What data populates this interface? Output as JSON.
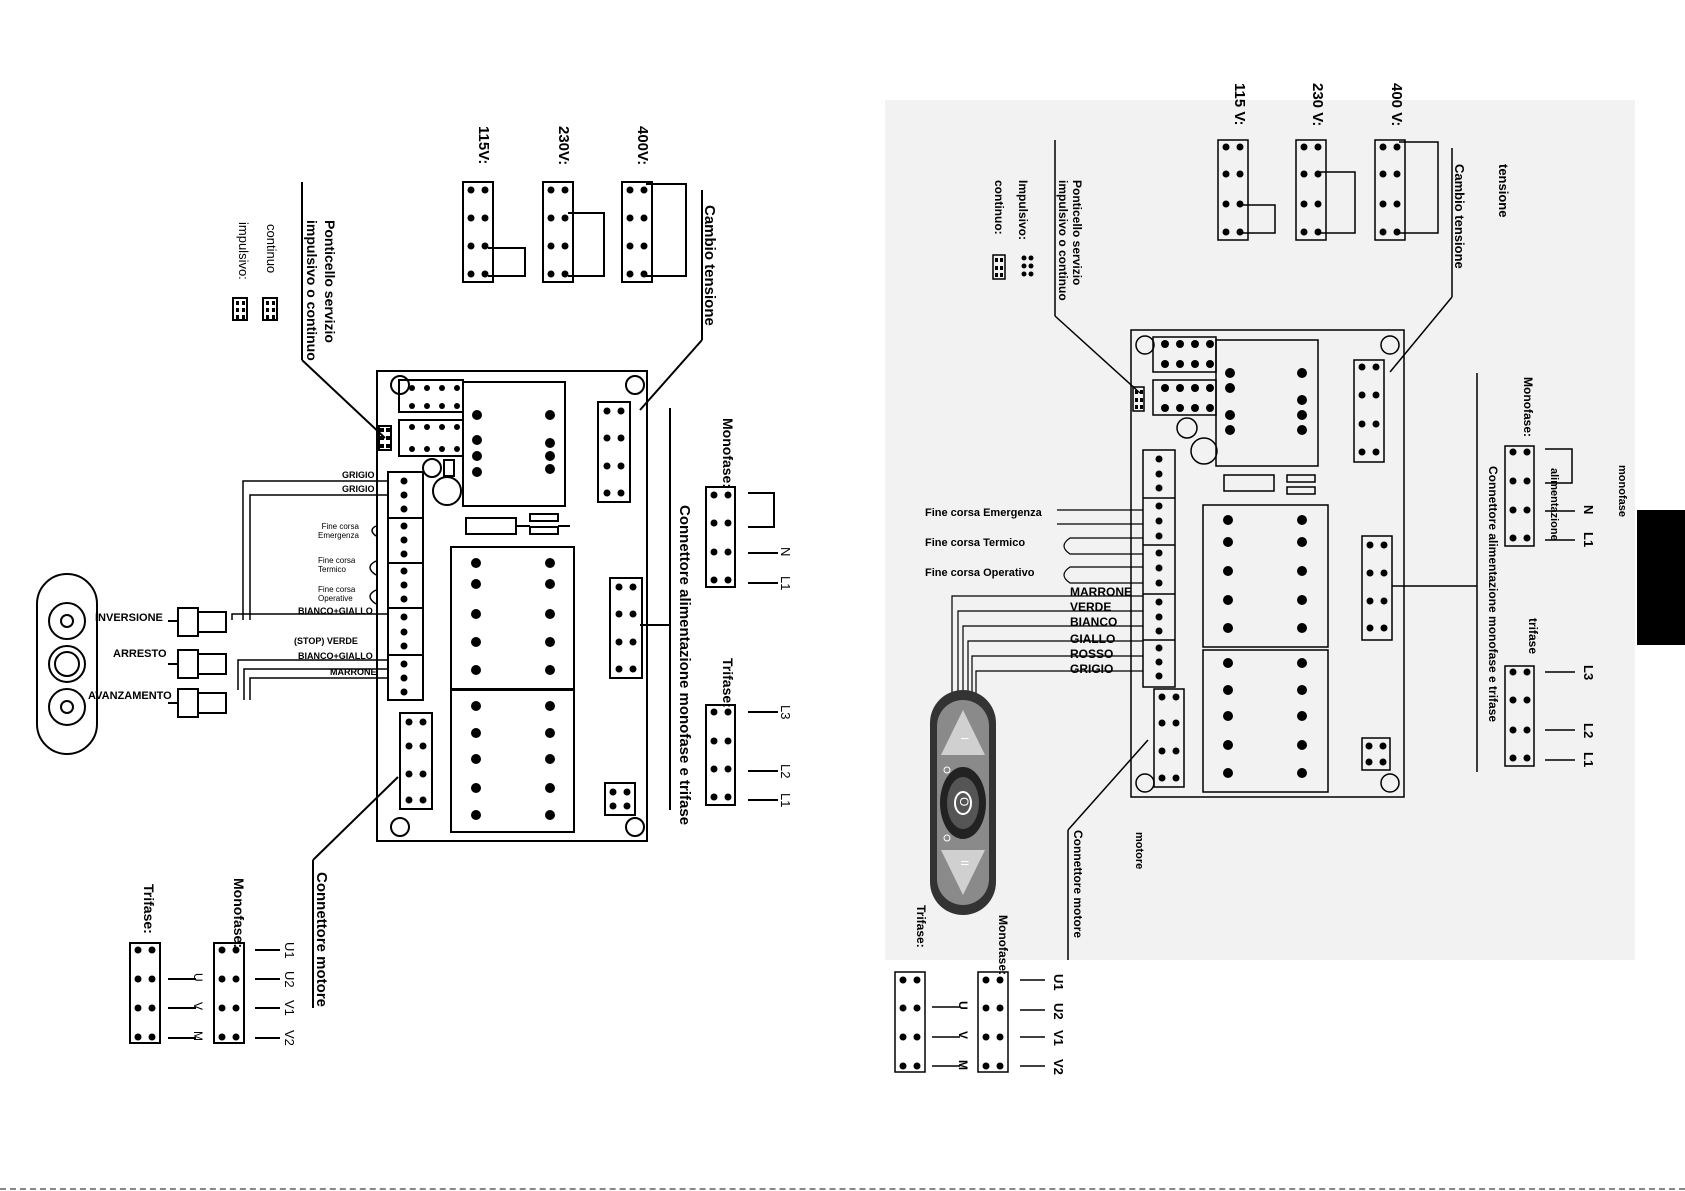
{
  "left": {
    "voltage_options": [
      "115V:",
      "230V:",
      "400V:"
    ],
    "cambio_tensione": "Cambio tensione",
    "ponticello": [
      "Ponticello servizio",
      "impulsivo o continuo"
    ],
    "continuo": "continuo",
    "impulsivo": "impulsivo:",
    "wires_top": [
      "GRIGIO",
      "GRIGIO"
    ],
    "fine_corsa": [
      [
        "Fine corsa",
        "Emergenza"
      ],
      [
        "Fine corsa",
        "Termico"
      ],
      [
        "Fine corsa",
        "Operative"
      ]
    ],
    "wires_bottom": [
      "BIANCO+GIALLO",
      "(STOP) VERDE",
      "BIANCO+GIALLO",
      "MARRONE"
    ],
    "buttons": [
      "INVERSIONE",
      "ARRESTO",
      "AVANZAMENTO"
    ],
    "connettore_alim": "Connettore alimentazione monofase e trifase",
    "monofase": "Monofase:",
    "trifase": "Trifase:",
    "supply_labels_mono": [
      "N",
      "L1"
    ],
    "supply_labels_tri": [
      "L3",
      "L2",
      "L1"
    ],
    "connettore_motore": "Connettore motore",
    "motor_mono_labels": [
      "U1",
      "U2",
      "V1",
      "V2"
    ],
    "motor_tri_labels": [
      "U",
      "V",
      "M"
    ]
  },
  "right": {
    "voltage_options": [
      "115 V:",
      "230 V:",
      "400 V:"
    ],
    "cambio_tensione": "Cambio tensione",
    "tensione": "tensione",
    "ponticello": [
      "Ponticello servizio",
      "impulsivo o continuo"
    ],
    "impulsivo": "Impulsivo:",
    "continuo": "continuo:",
    "fine_corsa": [
      "Fine corsa Emergenza",
      "Fine corsa Termico",
      "Fine corsa Operativo"
    ],
    "wires": [
      "MARRONE",
      "VERDE",
      "BIANCO",
      "GIALLO",
      "ROSSO",
      "GRIGIO"
    ],
    "monofase": "Monofase:",
    "trifase": "trifase",
    "monofase_top": "monofase",
    "alimentazione": "alimentazione",
    "supply_labels_mono": [
      "N",
      "L1"
    ],
    "supply_labels_tri": [
      "L3",
      "L2",
      "L1"
    ],
    "connettore_alim": "Connettore alimentazione monofase e trifase",
    "connettore_motore": "Connettore motore",
    "motore": "motore",
    "motor_mono": "Monofase:",
    "motor_tri": "Trifase:",
    "motor_mono_labels": [
      "U1",
      "U2",
      "V1",
      "V2"
    ],
    "motor_tri_labels": [
      "U",
      "V",
      "M"
    ],
    "remote_symbols": [
      "I",
      "O",
      "II"
    ]
  }
}
